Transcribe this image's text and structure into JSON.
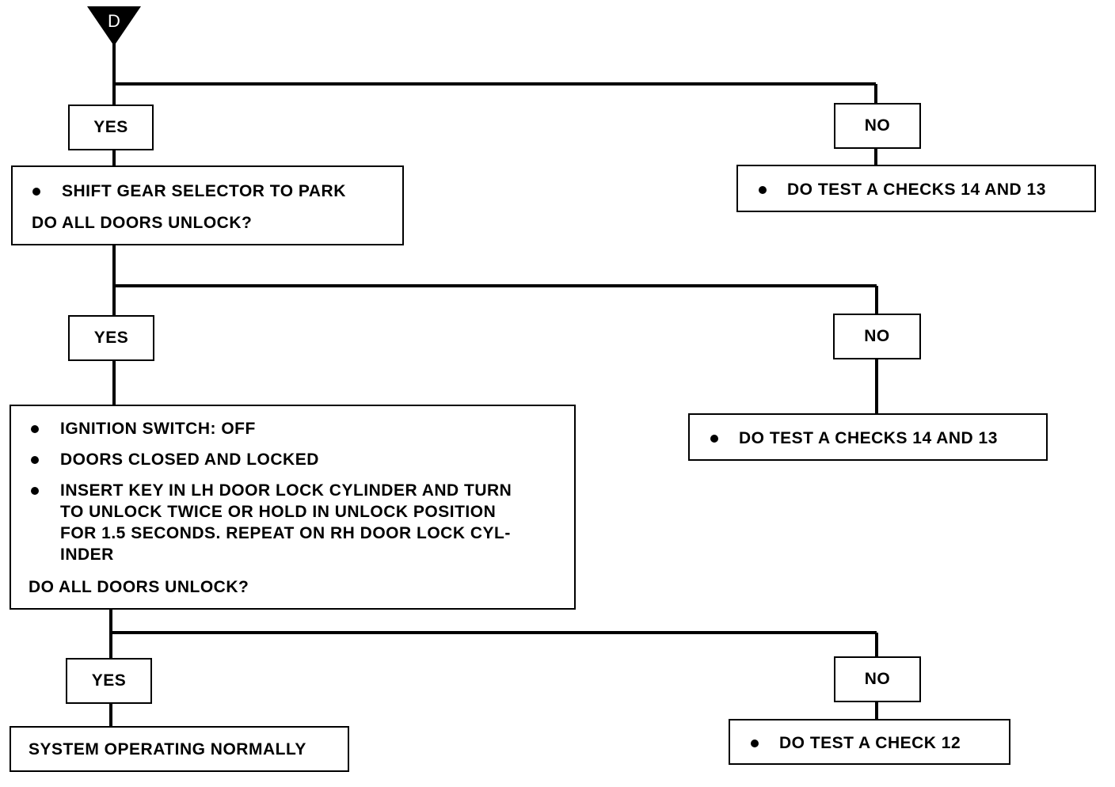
{
  "connector_label": "D",
  "level1": {
    "yes_label": "YES",
    "no_label": "NO",
    "yes_box": {
      "bullet": "SHIFT GEAR SELECTOR TO PARK",
      "question": "DO ALL DOORS UNLOCK?"
    },
    "no_box": {
      "bullet": "DO TEST A CHECKS 14 AND 13"
    }
  },
  "level2": {
    "yes_label": "YES",
    "no_label": "NO",
    "yes_box": {
      "bullet1": "IGNITION SWITCH: OFF",
      "bullet2": "DOORS CLOSED AND LOCKED",
      "bullet3_lines": [
        "INSERT KEY IN LH DOOR LOCK CYLINDER AND TURN",
        "TO UNLOCK TWICE OR HOLD IN UNLOCK POSITION",
        "FOR 1.5 SECONDS. REPEAT ON RH DOOR LOCK CYL-",
        "INDER"
      ],
      "question": "DO ALL DOORS UNLOCK?"
    },
    "no_box": {
      "bullet": "DO TEST A CHECKS 14 AND 13"
    }
  },
  "level3": {
    "yes_label": "YES",
    "no_label": "NO",
    "yes_box": {
      "text": "SYSTEM OPERATING NORMALLY"
    },
    "no_box": {
      "bullet": "DO TEST A CHECK 12"
    }
  }
}
